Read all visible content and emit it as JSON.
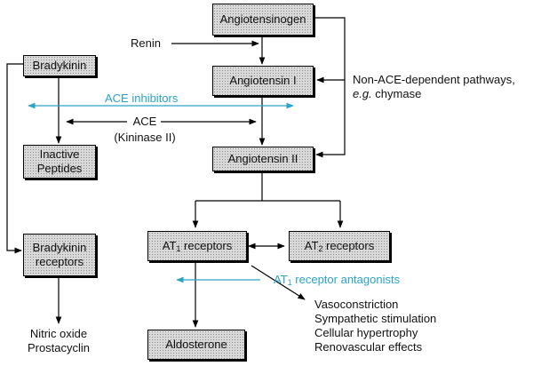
{
  "nodes": {
    "angiotensinogen": "Angiotensinogen",
    "renin": "Renin",
    "angiotensin_i": "Angiotensin I",
    "angiotensin_ii": "Angiotensin II",
    "bradykinin": "Bradykinin",
    "inactive_peptides": [
      "Inactive",
      "Peptides"
    ],
    "bradykinin_receptors": [
      "Bradykinin",
      "receptors"
    ],
    "at1_receptors": {
      "prefix": "AT",
      "sub": "1",
      "suffix": " receptors"
    },
    "at2_receptors": {
      "prefix": "AT",
      "sub": "2",
      "suffix": " receptors"
    },
    "aldosterone": "Aldosterone"
  },
  "labels": {
    "ace_inhibitors": "ACE inhibitors",
    "ace": "ACE",
    "kininase": "(Kininase II)",
    "non_ace_line1": "Non-ACE-dependent pathways,",
    "non_ace_eg": "e.g.",
    "non_ace_chymase": " chymase",
    "at1_antagonists": {
      "prefix": "AT",
      "sub": "1",
      "suffix": " receptor antagonists"
    },
    "nitric_oxide": "Nitric oxide",
    "prostacyclin": "Prostacyclin",
    "effects": [
      "Vasoconstriction",
      "Sympathetic stimulation",
      "Cellular hypertrophy",
      "Renovascular effects"
    ]
  },
  "colors": {
    "inhibitor": "#2aa3c9",
    "box_fill": "#d9d9d9",
    "line": "#000000"
  }
}
